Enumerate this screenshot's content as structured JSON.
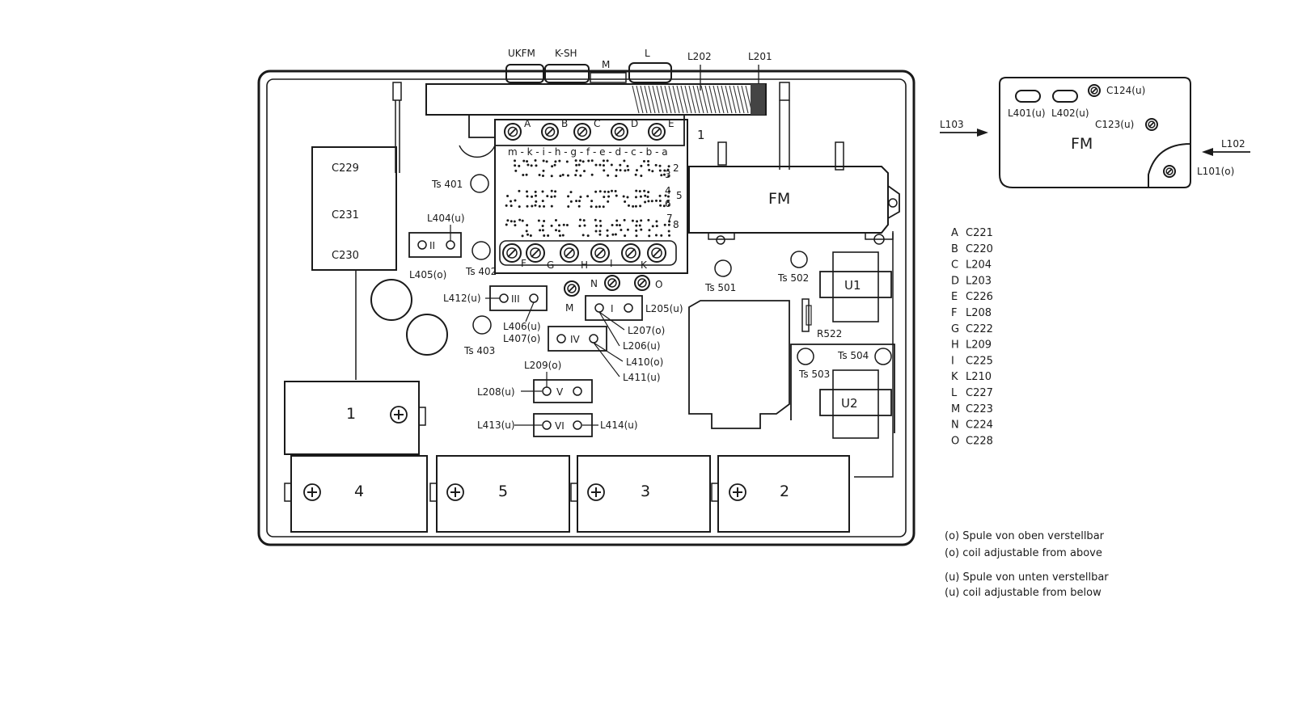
{
  "top_labels": {
    "ukfm": "UKFM",
    "ksh": "K-SH",
    "m": "M",
    "l": "L",
    "l202": "L202",
    "l201": "L201"
  },
  "main": {
    "c229": "C229",
    "c231": "C231",
    "c230": "C230",
    "ts401": "Ts 401",
    "ts402": "Ts 402",
    "ts403": "Ts 403",
    "ts501": "Ts 501",
    "ts502": "Ts 502",
    "ts503": "Ts 503",
    "ts504": "Ts 504",
    "l404u": "L404(u)",
    "l405o": "L405(o)",
    "l412u": "L412(u)",
    "l406u": "L406(u)",
    "l407o": "L407(o)",
    "l205u": "L205(u)",
    "l207o": "L207(o)",
    "l206u": "L206(u)",
    "l410o": "L410(o)",
    "l411u": "L411(u)",
    "l209o": "L209(o)",
    "l208u": "L208(u)",
    "l413u": "L413(u)",
    "l414u": "L414(u)",
    "r522": "R522",
    "u1": "U1",
    "u2": "U2",
    "fm": "FM",
    "mod2": "II",
    "mod3": "III",
    "mod1": "I",
    "mod4": "IV",
    "mod5": "V",
    "mod6": "VI",
    "pin_m": "M",
    "pin_n": "N",
    "pin_o": "O",
    "top_pins": [
      "A",
      "B",
      "C",
      "D",
      "E"
    ],
    "bot_pins": [
      "F",
      "G",
      "H",
      "I",
      "K"
    ],
    "row_letters": "m - k - i - h - g - f - e - d - c - b - a",
    "row_nums": [
      "1",
      "2",
      "3",
      "4",
      "5",
      "6",
      "7",
      "8"
    ],
    "batteries": [
      "1",
      "4",
      "5",
      "3",
      "2"
    ]
  },
  "fm_inset": {
    "title": "FM",
    "l401u": "L401(u)",
    "l402u": "L402(u)",
    "c124u": "C124(u)",
    "c123u": "C123(u)",
    "l103": "L103",
    "l102": "L102",
    "l101o": "L101(o)"
  },
  "legend": [
    {
      "letter": "A",
      "part": "C221"
    },
    {
      "letter": "B",
      "part": "C220"
    },
    {
      "letter": "C",
      "part": "L204"
    },
    {
      "letter": "D",
      "part": "L203"
    },
    {
      "letter": "E",
      "part": "C226"
    },
    {
      "letter": "F",
      "part": "L208"
    },
    {
      "letter": "G",
      "part": "C222"
    },
    {
      "letter": "H",
      "part": "L209"
    },
    {
      "letter": "I",
      "part": "C225"
    },
    {
      "letter": "K",
      "part": "L210"
    },
    {
      "letter": "L",
      "part": "C227"
    },
    {
      "letter": "M",
      "part": "C223"
    },
    {
      "letter": "N",
      "part": "C224"
    },
    {
      "letter": "O",
      "part": "C228"
    }
  ],
  "notes": {
    "o_de": "(o) Spule von oben verstellbar",
    "o_en": "(o) coil adjustable from above",
    "u_de": "(u) Spule von unten verstellbar",
    "u_en": "(u) coil adjustable from below"
  }
}
